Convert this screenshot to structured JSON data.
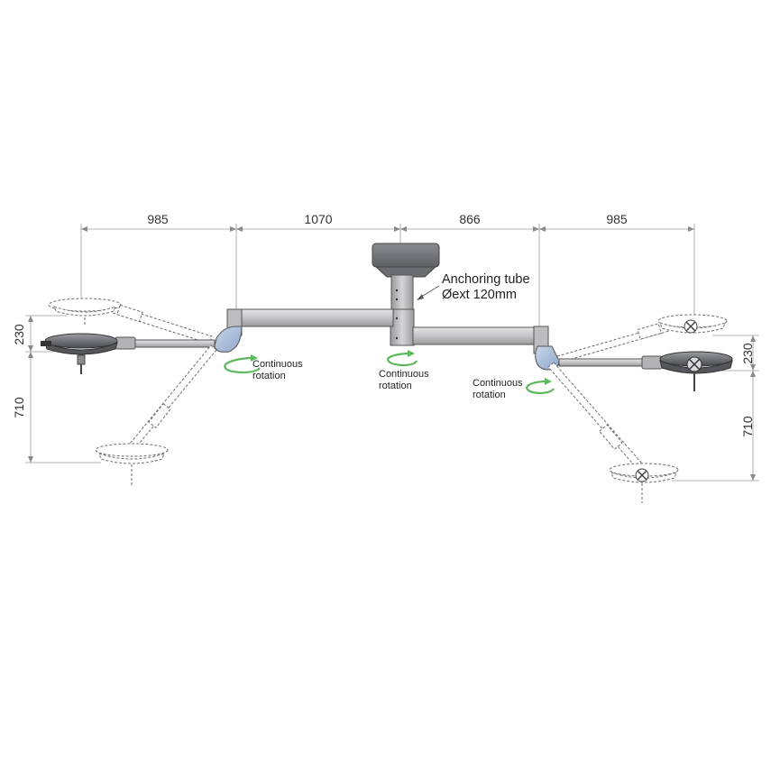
{
  "dimensions": {
    "top": [
      "985",
      "1070",
      "866",
      "985"
    ],
    "left_small": "230",
    "left_large": "710",
    "right_small": "230",
    "right_large": "710"
  },
  "labels": {
    "anchoring_line1": "Anchoring tube",
    "anchoring_line2": "Øext 120mm",
    "rotation_line1": "Continuous",
    "rotation_line2": "rotation"
  },
  "colors": {
    "arm": "#c9c9cb",
    "dark_part": "#7c7d80",
    "joint_blue": "#a9bfdc",
    "rotation_arrow": "#5cb85c"
  }
}
